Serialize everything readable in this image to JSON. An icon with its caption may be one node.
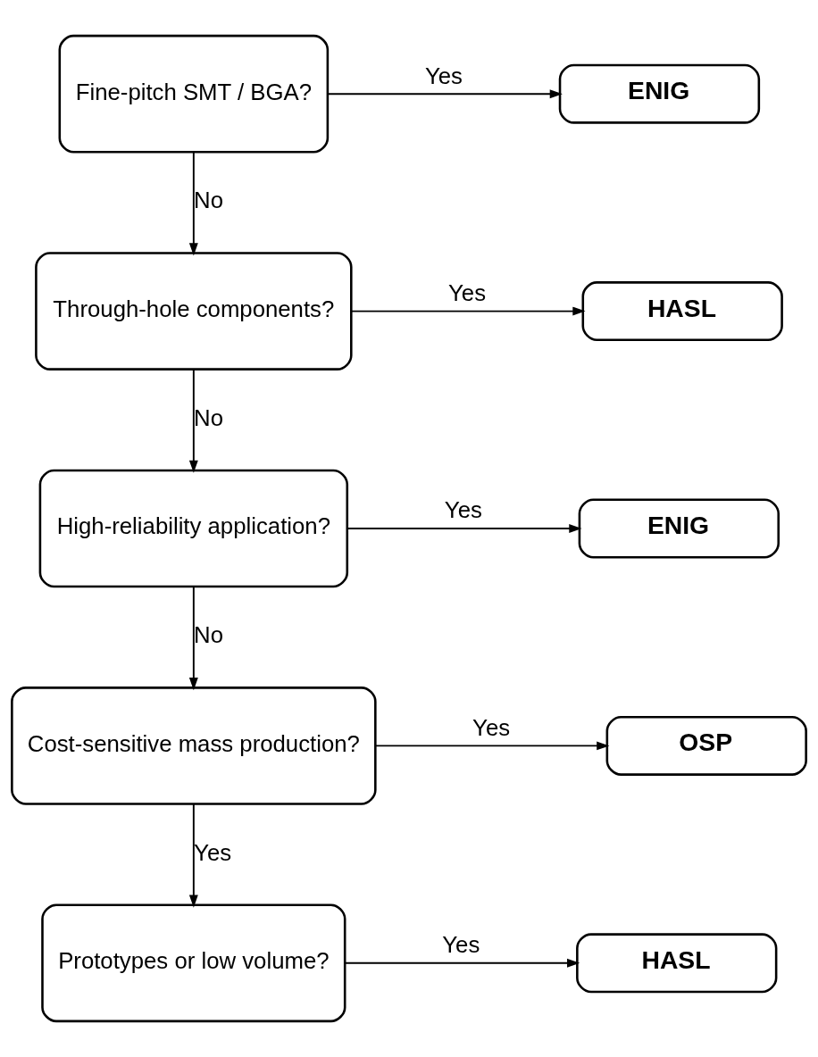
{
  "diagram": {
    "nodes": [
      {
        "text": [
          "Fine-pitch SMT / BGA?"
        ]
      },
      {
        "text": [
          "ENIG"
        ]
      },
      {
        "text": [
          "Through-hole components?"
        ]
      },
      {
        "text": [
          "HASL"
        ]
      },
      {
        "text": [
          "High-reliability application?"
        ]
      },
      {
        "text": [
          "ENIG"
        ]
      },
      {
        "text": [
          "Cost-sensitive mass production?"
        ]
      },
      {
        "text": [
          "OSP"
        ]
      },
      {
        "text": [
          "Prototypes or low volume?"
        ]
      },
      {
        "text": [
          "HASL"
        ]
      }
    ],
    "edges": [
      {
        "from": 0,
        "to": 1,
        "arrow": "to",
        "label": "Yes"
      },
      {
        "from": 0,
        "to": 2,
        "arrow": "to",
        "label": "No"
      },
      {
        "from": 2,
        "to": 3,
        "arrow": "to",
        "label": "Yes"
      },
      {
        "from": 2,
        "to": 4,
        "arrow": "to",
        "label": "No"
      },
      {
        "from": 4,
        "to": 5,
        "arrow": "to",
        "label": "Yes"
      },
      {
        "from": 4,
        "to": 6,
        "arrow": "to",
        "label": "No"
      },
      {
        "from": 6,
        "to": 7,
        "arrow": "to",
        "label": "Yes"
      },
      {
        "from": 6,
        "to": 8,
        "arrow": "to",
        "label": "Yes"
      },
      {
        "from": 8,
        "to": 9,
        "arrow": "to",
        "label": "Yes"
      }
    ]
  }
}
